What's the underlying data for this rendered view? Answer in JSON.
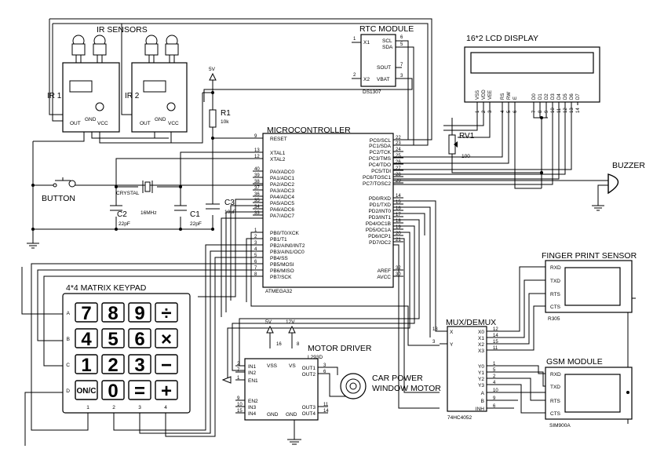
{
  "labels": {
    "ir_sensors": "IR SENSORS",
    "rtc_module": "RTC MODULE",
    "lcd_display": "16*2 LCD DISPLAY",
    "microcontroller": "MICROCONTROLLER",
    "buzzer": "BUZZER",
    "button": "BUTTON",
    "crystal": "CRYSTAL",
    "keypad": "4*4 MATRIX KEYPAD",
    "finger_print": "FINGER PRINT SENSOR",
    "mux": "MUX/DEMUX",
    "motor_driver": "MOTOR DRIVER",
    "motor": [
      "CAR POWER",
      "WINDOW MOTOR"
    ],
    "gsm": "GSM MODULE"
  },
  "ir": [
    {
      "name": "IR 1",
      "pins": [
        "OUT",
        "GND",
        "VCC"
      ]
    },
    {
      "name": "IR 2",
      "pins": [
        "OUT",
        "GND",
        "VCC"
      ]
    }
  ],
  "rtc": {
    "part": "DS1307",
    "left_pins": [
      {
        "name": "X1",
        "num": "1"
      },
      {
        "name": "X2",
        "num": "2"
      }
    ],
    "right_pins": [
      {
        "name": "SCL",
        "num": "6"
      },
      {
        "name": "SDA",
        "num": "5"
      },
      {
        "name": "SOUT",
        "num": "7"
      },
      {
        "name": "VBAT",
        "num": "3"
      }
    ]
  },
  "lcd": {
    "pins": [
      "VSS",
      "VDD",
      "VEE",
      "RS",
      "RW",
      "E",
      "D0",
      "D1",
      "D2",
      "D3",
      "D4",
      "D5",
      "D6",
      "D7"
    ],
    "nums": [
      "1",
      "2",
      "3",
      "4",
      "5",
      "6",
      "7",
      "8",
      "9",
      "10",
      "11",
      "12",
      "13",
      "14"
    ]
  },
  "mcu": {
    "part": "ATMEGA32",
    "left_pins": [
      {
        "name": "RESET",
        "num": "9"
      },
      {
        "name": "XTAL1",
        "num": "13"
      },
      {
        "name": "XTAL2",
        "num": "12"
      },
      {
        "name": "PA0/ADC0",
        "num": "40"
      },
      {
        "name": "PA1/ADC1",
        "num": "39"
      },
      {
        "name": "PA2/ADC2",
        "num": "38"
      },
      {
        "name": "PA3/ADC3",
        "num": "37"
      },
      {
        "name": "PA4/ADC4",
        "num": "36"
      },
      {
        "name": "PA5/ADC5",
        "num": "35"
      },
      {
        "name": "PA6/ADC6",
        "num": "34"
      },
      {
        "name": "PA7/ADC7",
        "num": "33"
      },
      {
        "name": "PB0/T0/XCK",
        "num": "1"
      },
      {
        "name": "PB1/T1",
        "num": "2"
      },
      {
        "name": "PB2/AIN0/INT2",
        "num": "3"
      },
      {
        "name": "PB3/AIN1/OC0",
        "num": "4"
      },
      {
        "name": "PB4/SS",
        "num": "5"
      },
      {
        "name": "PB5/MOSI",
        "num": "6"
      },
      {
        "name": "PB6/MISO",
        "num": "7"
      },
      {
        "name": "PB7/SCK",
        "num": "8"
      }
    ],
    "right_pins": [
      {
        "name": "PC0/SCL",
        "num": "22"
      },
      {
        "name": "PC1/SDA",
        "num": "23"
      },
      {
        "name": "PC2/TCK",
        "num": "24"
      },
      {
        "name": "PC3/TMS",
        "num": "25"
      },
      {
        "name": "PC4/TDO",
        "num": "26"
      },
      {
        "name": "PC5/TDI",
        "num": "27"
      },
      {
        "name": "PC6/TOSC1",
        "num": "28"
      },
      {
        "name": "PC7/TOSC2",
        "num": "29"
      },
      {
        "name": "PD0/RXD",
        "num": "14"
      },
      {
        "name": "PD1/TXD",
        "num": "15"
      },
      {
        "name": "PD2/INT0",
        "num": "16"
      },
      {
        "name": "PD3/INT1",
        "num": "17"
      },
      {
        "name": "PD4/OC1B",
        "num": "18"
      },
      {
        "name": "PD5/OC1A",
        "num": "19"
      },
      {
        "name": "PD6/ICP1",
        "num": "20"
      },
      {
        "name": "PD7/OC2",
        "num": "21"
      },
      {
        "name": "AREF",
        "num": "32"
      },
      {
        "name": "AVCC",
        "num": "30"
      }
    ]
  },
  "components": {
    "r1": "R1",
    "r1_val": "10k",
    "rv1": "RV1",
    "rv1_val": "100",
    "c1": "C1",
    "c1_val": "22pF",
    "c2": "C2",
    "c2_val": "22pF",
    "c3": "C3",
    "c3_val": "10uF",
    "crystal_val": "16MHz",
    "vcc_5v": "5V",
    "vcc_12v": "12V"
  },
  "keypad": {
    "keys": [
      "7",
      "8",
      "9",
      "÷",
      "4",
      "5",
      "6",
      "×",
      "1",
      "2",
      "3",
      "−",
      "ON/C",
      "0",
      "=",
      "+"
    ],
    "rows": [
      "A",
      "B",
      "C",
      "D"
    ],
    "cols": [
      "1",
      "2",
      "3",
      "4"
    ]
  },
  "finger": {
    "pins": [
      "RXD",
      "TXD",
      "RTS",
      "CTS"
    ],
    "part": "R305"
  },
  "gsm": {
    "pins": [
      "RXD",
      "TXD",
      "RTS",
      "CTS"
    ],
    "part": "SIM900A"
  },
  "mux_chip": {
    "part": "74HC4052",
    "left_pins": [
      {
        "name": "X",
        "num": "13"
      },
      {
        "name": "Y",
        "num": "3"
      }
    ],
    "right_pins": [
      {
        "name": "X0",
        "num": "12"
      },
      {
        "name": "X1",
        "num": "14"
      },
      {
        "name": "X2",
        "num": "15"
      },
      {
        "name": "X3",
        "num": "11"
      },
      {
        "name": "Y0",
        "num": "1"
      },
      {
        "name": "Y1",
        "num": "5"
      },
      {
        "name": "Y2",
        "num": "2"
      },
      {
        "name": "Y3",
        "num": "4"
      },
      {
        "name": "A",
        "num": "10"
      },
      {
        "name": "B",
        "num": "9"
      },
      {
        "name": "INH",
        "num": "6"
      }
    ]
  },
  "driver": {
    "part": "L293D",
    "vss": "VSS",
    "vs": "VS",
    "vss_num": "16",
    "vs_num": "8",
    "left_pins": [
      {
        "name": "IN1",
        "num": "2"
      },
      {
        "name": "IN2",
        "num": "7"
      },
      {
        "name": "EN1",
        "num": "1"
      },
      {
        "name": "EN2",
        "num": "9"
      },
      {
        "name": "IN3",
        "num": "10"
      },
      {
        "name": "IN4",
        "num": "15"
      }
    ],
    "right_pins": [
      {
        "name": "OUT1",
        "num": "3"
      },
      {
        "name": "OUT2",
        "num": "6"
      },
      {
        "name": "OUT3",
        "num": "11"
      },
      {
        "name": "OUT4",
        "num": "14"
      }
    ],
    "gnd": "GND"
  }
}
